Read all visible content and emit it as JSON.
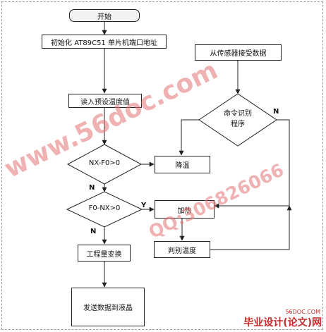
{
  "nodes": {
    "start": "开始",
    "init": "初始化 AT89C51 单片机端口地址",
    "read_preset": "读入预设温度值",
    "receive_sensor": "从传感器接受数据",
    "cmd_identify": "命令识别\n程序",
    "decision1": "NX-F0>0",
    "cool": "降温",
    "decision2": "F0-NX>0",
    "heat": "加热",
    "judge_temp": "判别温度",
    "eng_convert": "工程量变换",
    "send_lcd": "发送数据到液晶"
  },
  "branch_labels": {
    "cmd_no": "N",
    "d1_no": "N",
    "d2_yes": "Y",
    "d2_no": "N"
  },
  "watermarks": {
    "site": "www.56doc.com",
    "qq": "QQ:306826066"
  },
  "logo": {
    "small": "56DOC.COM",
    "main": "毕业设计(论文)网"
  },
  "colors": {
    "line": "#222222",
    "watermark": "#e37373"
  }
}
